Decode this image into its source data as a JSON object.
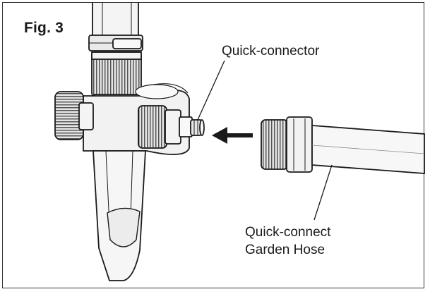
{
  "figure": {
    "label": "Fig. 3"
  },
  "callouts": {
    "connector": "Quick-connector",
    "hose_line1": "Quick-connect",
    "hose_line2": "Garden Hose"
  },
  "colors": {
    "ink": "#1a1a1a",
    "fill_light": "#f4f4f4",
    "fill_mid": "#dedede"
  }
}
